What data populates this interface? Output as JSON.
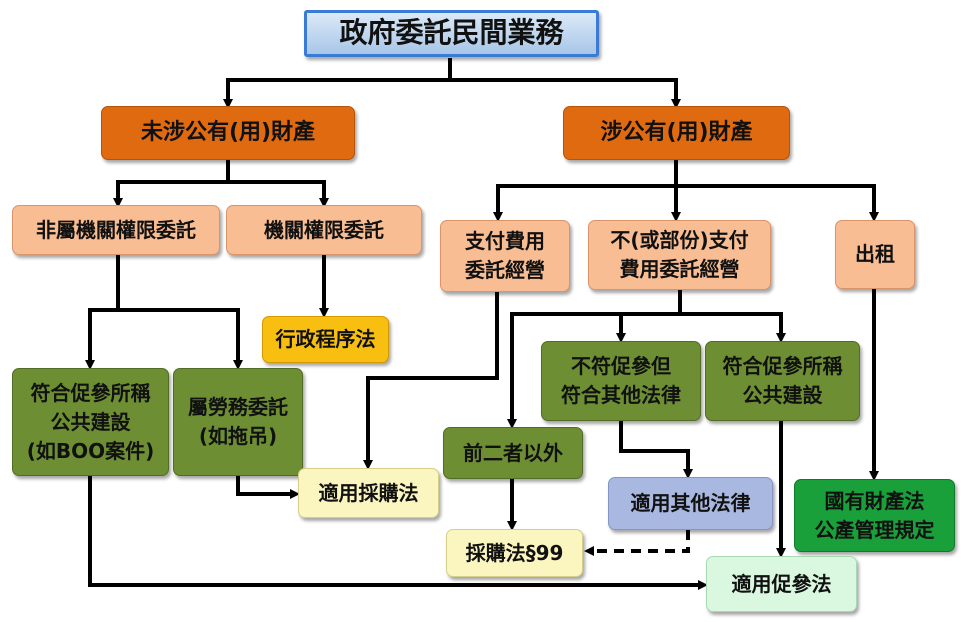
{
  "diagram": {
    "title": "政府委託民間業務",
    "nodes": {
      "no_public_property": "未涉公有(用)財產",
      "public_property": "涉公有(用)財產",
      "non_agency_authority": "非屬機關權限委託",
      "agency_authority": "機關權限委託",
      "admin_procedure_act": "行政程序法",
      "paid_operation": "支付費用\n委託經營",
      "unpaid_operation": "不(或部份)支付\n費用委託經營",
      "lease": "出租",
      "boo_public_construction": "符合促參所稱\n公共建設\n(如BOO案件)",
      "labor_service": "屬勞務委託\n(如拖吊)",
      "not_ppp_other_law": "不符促參但\n符合其他法律",
      "ppp_public_construction": "符合促參所稱\n公共建設",
      "other_than_two": "前二者以外",
      "apply_procurement_act": "適用採購法",
      "apply_other_laws": "適用其他法律",
      "procurement_99": "採購法§99",
      "national_property_act": "國有財產法\n公產管理規定",
      "apply_ppp_act": "適用促參法"
    }
  },
  "colors": {
    "title_border": "#3a7bd5",
    "orange": "#e06a10",
    "peach": "#f8bd93",
    "yellow": "#f8bf10",
    "olive": "#6d8e33",
    "cream": "#fbf6bf",
    "lavender": "#a9b8e0",
    "green": "#1aa03a",
    "mint": "#d9f8df",
    "connector": "#000000"
  }
}
